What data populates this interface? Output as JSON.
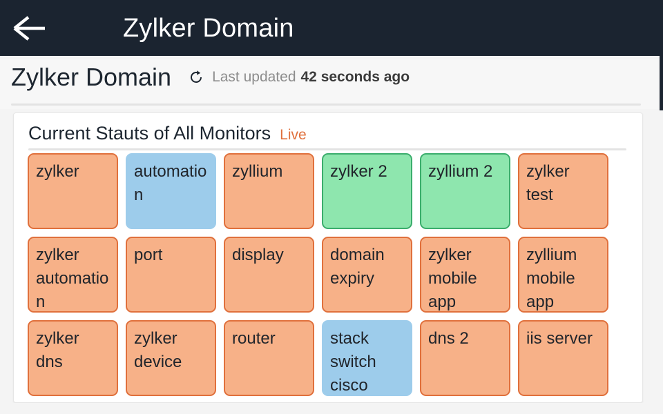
{
  "app_bar": {
    "back_icon": "arrow-left-icon",
    "title": "Zylker Domain"
  },
  "sub_header": {
    "page_title": "Zylker Domain",
    "refresh_icon": "refresh-icon",
    "last_updated_label": "Last updated",
    "last_updated_value": "42 seconds ago"
  },
  "card": {
    "title": "Current Stauts of All Monitors",
    "live_badge": "Live"
  },
  "colors": {
    "app_bar_bg": "#1b2430",
    "sub_header_bg": "#f7f7f7",
    "page_bg": "#f4f4f4",
    "card_bg": "#ffffff",
    "accent_orange": "#e0703c",
    "tile_down_fill": "#f7b188",
    "tile_down_border": "#e0703c",
    "tile_up_fill": "#8ee6ae",
    "tile_up_border": "#3bad6c",
    "tile_trouble_fill": "#9dcceb",
    "text_dark": "#1d2630",
    "text_muted": "#8d8d8d"
  },
  "monitors": {
    "rows": [
      [
        {
          "label": "zylker",
          "status": "down"
        },
        {
          "label": "automation",
          "status": "trouble"
        },
        {
          "label": "zyllium",
          "status": "down"
        },
        {
          "label": "zylker 2",
          "status": "up"
        },
        {
          "label": "zyllium 2",
          "status": "up"
        },
        {
          "label": "zylker test",
          "status": "down"
        }
      ],
      [
        {
          "label": "zylker automation",
          "status": "down"
        },
        {
          "label": "port",
          "status": "down"
        },
        {
          "label": "display",
          "status": "down"
        },
        {
          "label": "domain expiry",
          "status": "down"
        },
        {
          "label": "zylker mobile app",
          "status": "down"
        },
        {
          "label": "zyllium mobile app",
          "status": "down"
        }
      ],
      [
        {
          "label": "zylker dns",
          "status": "down"
        },
        {
          "label": "zylker device",
          "status": "down"
        },
        {
          "label": "router",
          "status": "down"
        },
        {
          "label": "stack switch cisco",
          "status": "trouble"
        },
        {
          "label": "dns 2",
          "status": "down"
        },
        {
          "label": "iis server",
          "status": "down"
        }
      ]
    ]
  }
}
